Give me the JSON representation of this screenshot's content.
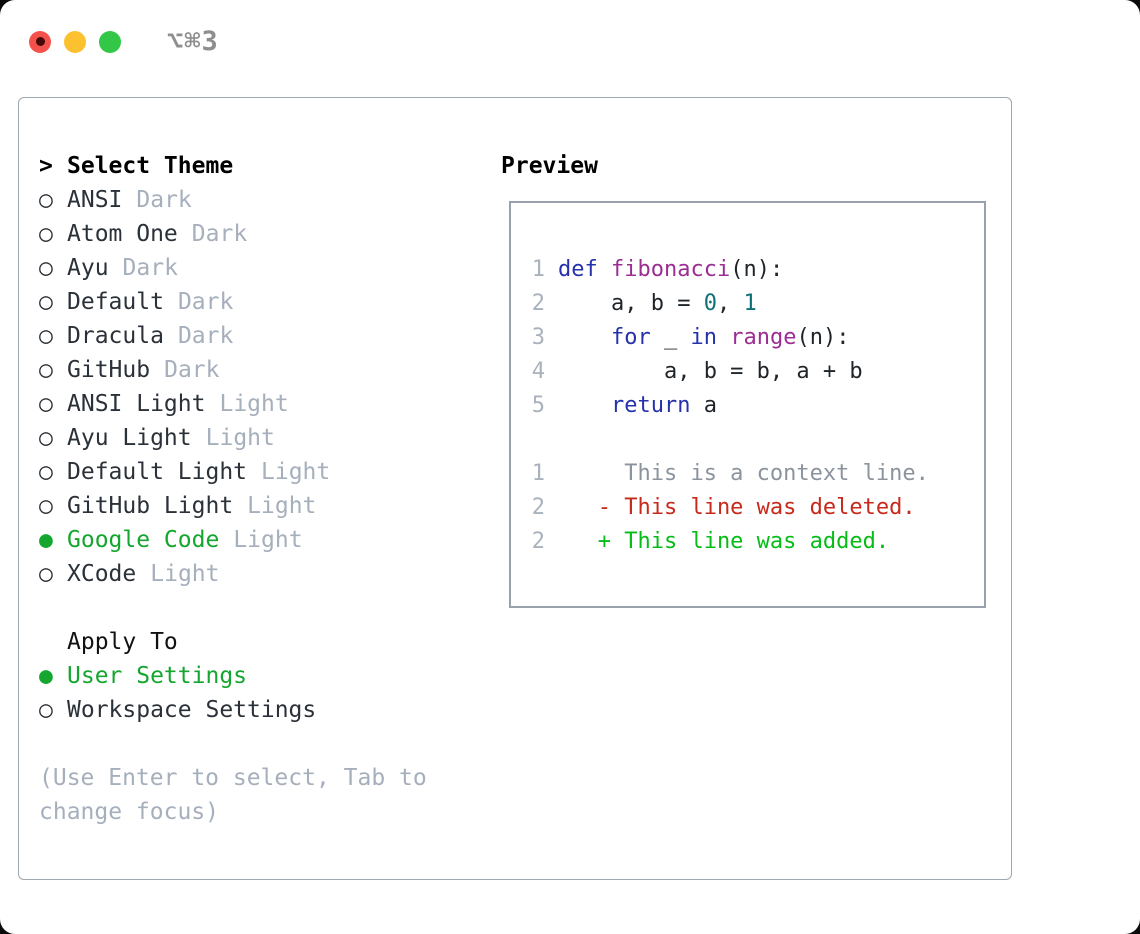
{
  "window": {
    "shortcut": "⌥⌘3"
  },
  "theme_panel": {
    "title_prefix": ">",
    "title": "Select Theme",
    "items": [
      {
        "bullet": "○",
        "name": "ANSI",
        "tag": "Dark",
        "selected": false
      },
      {
        "bullet": "○",
        "name": "Atom One",
        "tag": "Dark",
        "selected": false
      },
      {
        "bullet": "○",
        "name": "Ayu",
        "tag": "Dark",
        "selected": false
      },
      {
        "bullet": "○",
        "name": "Default",
        "tag": "Dark",
        "selected": false
      },
      {
        "bullet": "○",
        "name": "Dracula",
        "tag": "Dark",
        "selected": false
      },
      {
        "bullet": "○",
        "name": "GitHub",
        "tag": "Dark",
        "selected": false
      },
      {
        "bullet": "○",
        "name": "ANSI Light",
        "tag": "Light",
        "selected": false
      },
      {
        "bullet": "○",
        "name": "Ayu Light",
        "tag": "Light",
        "selected": false
      },
      {
        "bullet": "○",
        "name": "Default Light",
        "tag": "Light",
        "selected": false
      },
      {
        "bullet": "○",
        "name": "GitHub Light",
        "tag": "Light",
        "selected": false
      },
      {
        "bullet": "●",
        "name": "Google Code",
        "tag": "Light",
        "selected": true
      },
      {
        "bullet": "○",
        "name": "XCode",
        "tag": "Light",
        "selected": false
      }
    ],
    "apply_to": {
      "title": "Apply To",
      "options": [
        {
          "bullet": "●",
          "label": "User Settings",
          "selected": true
        },
        {
          "bullet": "○",
          "label": "Workspace Settings",
          "selected": false
        }
      ]
    },
    "help": [
      "(Use Enter to select, Tab to",
      "change focus)"
    ]
  },
  "preview": {
    "title": "Preview",
    "lines": [
      {
        "num": "1",
        "tokens": [
          [
            "def",
            "kw"
          ],
          [
            " ",
            "pl"
          ],
          [
            "fibonacci",
            "fn"
          ],
          [
            "(n):",
            "pl"
          ]
        ]
      },
      {
        "num": "2",
        "tokens": [
          [
            "    a, b = ",
            "pl"
          ],
          [
            "0",
            "lit"
          ],
          [
            ", ",
            "pl"
          ],
          [
            "1",
            "lit"
          ]
        ]
      },
      {
        "num": "3",
        "tokens": [
          [
            "    ",
            "pl"
          ],
          [
            "for",
            "kw"
          ],
          [
            " _ ",
            "pl"
          ],
          [
            "in",
            "kw"
          ],
          [
            " ",
            "pl"
          ],
          [
            "range",
            "fn"
          ],
          [
            "(n):",
            "pl"
          ]
        ]
      },
      {
        "num": "4",
        "tokens": [
          [
            "        a, b = b, a + b",
            "pl"
          ]
        ]
      },
      {
        "num": "5",
        "tokens": [
          [
            "    ",
            "pl"
          ],
          [
            "return",
            "kw"
          ],
          [
            " a",
            "pl"
          ]
        ]
      },
      {
        "num": "",
        "tokens": []
      },
      {
        "num": "1",
        "tokens": [
          [
            "     This is a context line.",
            "ctx"
          ]
        ]
      },
      {
        "num": "2",
        "tokens": [
          [
            "   - This line was deleted.",
            "del"
          ]
        ]
      },
      {
        "num": "2",
        "tokens": [
          [
            "   + This line was added.",
            "add"
          ]
        ]
      }
    ]
  },
  "colors": {
    "tl_red": "#f4514d",
    "tl_red_dot": "#450a05",
    "tl_yellow": "#fcc12e",
    "tl_green": "#33c748",
    "shortcut_gray": "#8e8e8e",
    "panel_border": "#9fa8b0",
    "preview_border": "#99a2ac",
    "text_dark": "#2b3138",
    "muted_gray": "#a6afbc",
    "selected_green": "#14a62e",
    "keyword_blue": "#2632ac",
    "function_purple": "#9b2d93",
    "literal_teal": "#0f7077",
    "code_plain": "#1f2429",
    "line_number_gray": "#a9b2bd",
    "context_gray": "#8b939d",
    "deleted_red": "#c62a1b",
    "added_green": "#06bd17"
  }
}
